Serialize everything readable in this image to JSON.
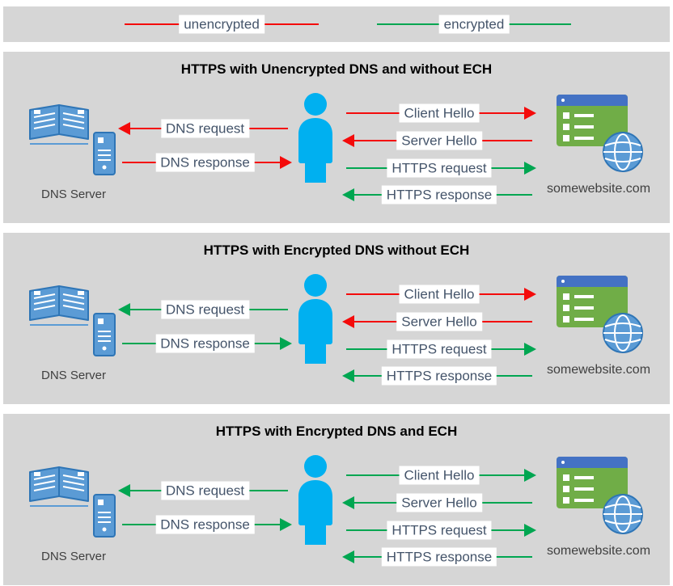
{
  "legend": {
    "unencrypted_label": "unencrypted",
    "encrypted_label": "encrypted"
  },
  "colors": {
    "unencrypted": "#F40B0B",
    "encrypted": "#00A651",
    "panel_bg": "#D6D6D6",
    "label_text": "#44546A",
    "node_label_text": "#404040",
    "person": "#00B0F0",
    "device_blue": "#5B9BD5",
    "device_blue_dark": "#2E75B6",
    "site_green": "#70AD47",
    "site_header_blue": "#4472C4"
  },
  "panels": [
    {
      "title": "HTTPS with Unencrypted DNS and without ECH",
      "dns_server_label": "DNS Server",
      "website_label": "somewebsite.com",
      "dns_arrows": [
        {
          "label": "DNS request",
          "direction": "left",
          "encrypted": false
        },
        {
          "label": "DNS response",
          "direction": "right",
          "encrypted": false
        }
      ],
      "https_arrows": [
        {
          "label": "Client Hello",
          "direction": "right",
          "encrypted": false
        },
        {
          "label": "Server Hello",
          "direction": "left",
          "encrypted": false
        },
        {
          "label": "HTTPS request",
          "direction": "right",
          "encrypted": true
        },
        {
          "label": "HTTPS response",
          "direction": "left",
          "encrypted": true
        }
      ]
    },
    {
      "title": "HTTPS with Encrypted DNS without ECH",
      "dns_server_label": "DNS Server",
      "website_label": "somewebsite.com",
      "dns_arrows": [
        {
          "label": "DNS request",
          "direction": "left",
          "encrypted": true
        },
        {
          "label": "DNS response",
          "direction": "right",
          "encrypted": true
        }
      ],
      "https_arrows": [
        {
          "label": "Client Hello",
          "direction": "right",
          "encrypted": false
        },
        {
          "label": "Server Hello",
          "direction": "left",
          "encrypted": false
        },
        {
          "label": "HTTPS request",
          "direction": "right",
          "encrypted": true
        },
        {
          "label": "HTTPS response",
          "direction": "left",
          "encrypted": true
        }
      ]
    },
    {
      "title": "HTTPS with Encrypted DNS and ECH",
      "dns_server_label": "DNS Server",
      "website_label": "somewebsite.com",
      "dns_arrows": [
        {
          "label": "DNS request",
          "direction": "left",
          "encrypted": true
        },
        {
          "label": "DNS response",
          "direction": "right",
          "encrypted": true
        }
      ],
      "https_arrows": [
        {
          "label": "Client Hello",
          "direction": "right",
          "encrypted": true
        },
        {
          "label": "Server Hello",
          "direction": "left",
          "encrypted": true
        },
        {
          "label": "HTTPS request",
          "direction": "right",
          "encrypted": true
        },
        {
          "label": "HTTPS response",
          "direction": "left",
          "encrypted": true
        }
      ]
    }
  ]
}
